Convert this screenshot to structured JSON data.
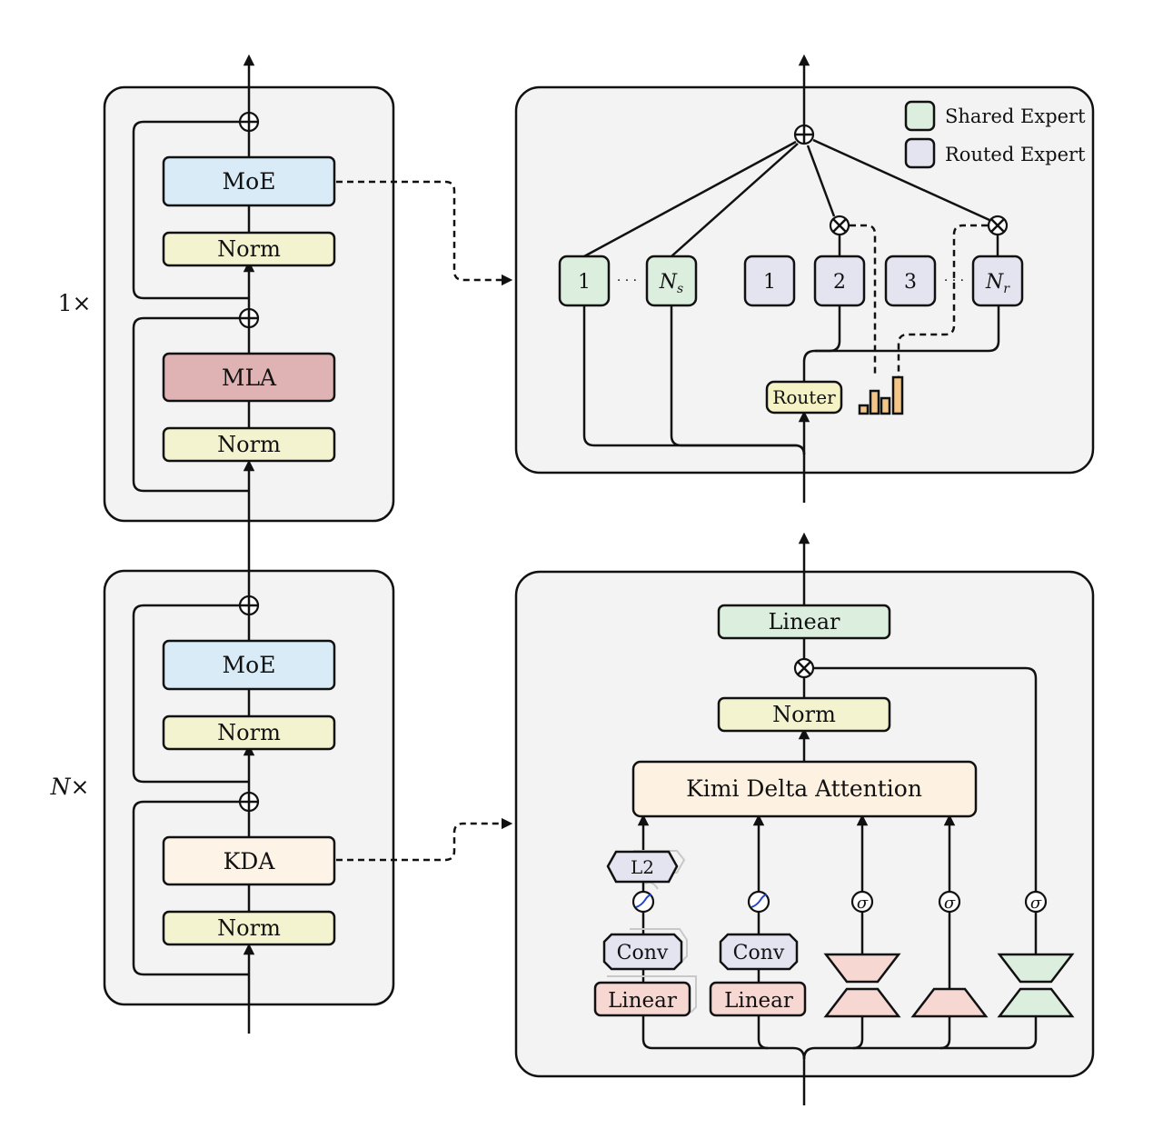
{
  "colors": {
    "moe": "#d8ebf6",
    "norm": "#f3f3cf",
    "mla": "#dfb3b3",
    "kda": "#fdf3e6",
    "shared": "#dcefdf",
    "routed": "#e4e4f0",
    "router": "#f5f3c6",
    "attention": "#fdf2e2",
    "linear_green": "#dcefdf",
    "linear_red": "#f6d7d2",
    "sigma_red": "#b51c1c",
    "bars": "#f3c587"
  },
  "left_top": {
    "repeat": "1×",
    "moe": "MoE",
    "norm_upper": "Norm",
    "mla": "MLA",
    "norm_lower": "Norm"
  },
  "left_bottom": {
    "repeat_var": "N",
    "repeat_sym": "×",
    "moe": "MoE",
    "norm_upper": "Norm",
    "kda": "KDA",
    "norm_lower": "Norm"
  },
  "moe_detail": {
    "legend": [
      "Shared Expert",
      "Routed Expert"
    ],
    "shared_experts": [
      "1",
      "N_s"
    ],
    "routed_experts": [
      "1",
      "2",
      "3",
      "N_r"
    ],
    "ellipsis": "· · ·",
    "router": "Router"
  },
  "kda_detail": {
    "linear_out": "Linear",
    "norm": "Norm",
    "attention": "Kimi Delta Attention",
    "l2": "L2",
    "conv": [
      "Conv",
      "Conv"
    ],
    "linear_in": [
      "Linear",
      "Linear"
    ],
    "sigma": "σ"
  }
}
